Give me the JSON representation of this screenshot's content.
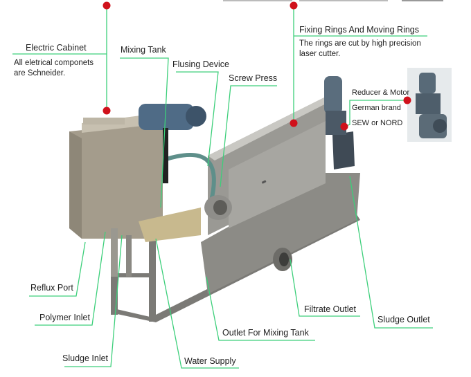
{
  "colors": {
    "leader_line": "#3ccf7a",
    "marker_dot": "#d0111b",
    "steel": "#8a8984",
    "motor": "#4f6b86"
  },
  "labels": {
    "electric_cabinet": {
      "title": "Electric Cabinet",
      "desc_line1": "All eletrical componets",
      "desc_line2": "are Schneider."
    },
    "mixing_tank": "Mixing Tank",
    "flusing_device": "Flusing Device",
    "screw_press": "Screw Press",
    "fixing_rings": {
      "title": "Fixing Rings And Moving Rings",
      "desc_line1": "The rings are cut by high precision",
      "desc_line2": "laser cutter."
    },
    "reducer_motor": {
      "title": "Reducer & Motor",
      "line2": "German brand",
      "line3": "SEW or NORD"
    },
    "reflux_port": "Reflux Port",
    "polymer_inlet": "Polymer Inlet",
    "sludge_inlet": "Sludge Inlet",
    "water_supply": "Water Supply",
    "outlet_mixing_tank": "Outlet For Mixing Tank",
    "filtrate_outlet": "Filtrate Outlet",
    "sludge_outlet": "Sludge Outlet"
  }
}
